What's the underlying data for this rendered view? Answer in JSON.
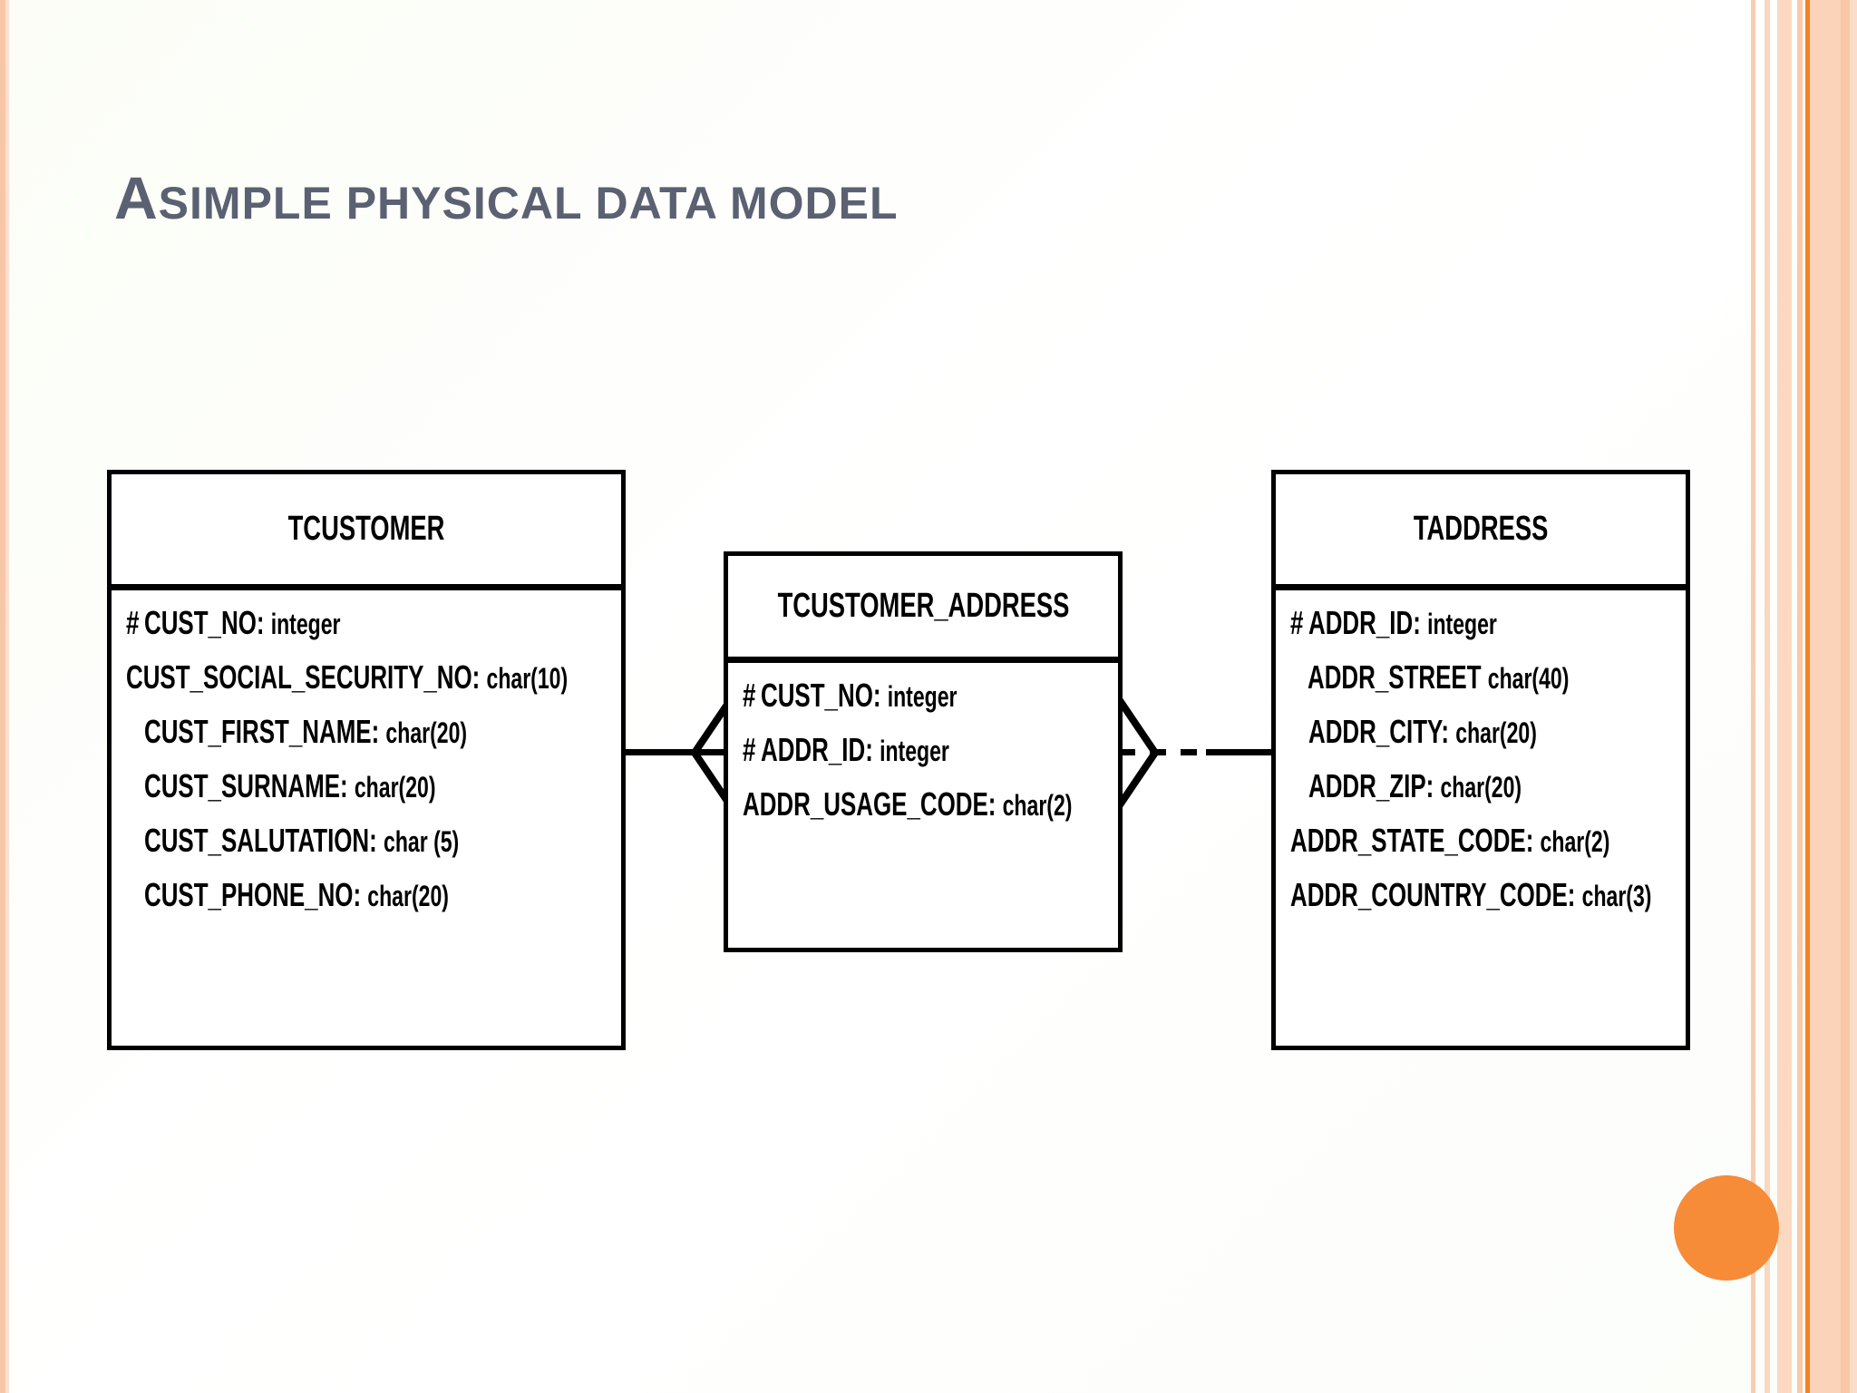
{
  "slide": {
    "title_first_letter": "A",
    "title_rest": "SIMPLE PHYSICAL DATA MODEL",
    "title_full": "A SIMPLE PHYSICAL DATA MODEL",
    "title_color": "#5B6172",
    "background_color": "#FDFEFA",
    "accent_color": "#F68B38",
    "border_stripe_color": "#F58220"
  },
  "diagram": {
    "type": "entity-relationship",
    "notation": "crows-foot",
    "entities": [
      {
        "id": "tcustomer",
        "name": "TCUSTOMER",
        "attributes": [
          {
            "pk": "#",
            "name": "CUST_NO:",
            "type": "integer"
          },
          {
            "pk": "",
            "name": "CUST_SOCIAL_SECURITY_NO:",
            "type": "char(10)"
          },
          {
            "pk": "",
            "name": "CUST_FIRST_NAME:",
            "type": "char(20)"
          },
          {
            "pk": "",
            "name": "CUST_SURNAME:",
            "type": "char(20)"
          },
          {
            "pk": "",
            "name": "CUST_SALUTATION:",
            "type": "char (5)"
          },
          {
            "pk": "",
            "name": "CUST_PHONE_NO:",
            "type": "char(20)"
          }
        ]
      },
      {
        "id": "tcustomer_address",
        "name": "TCUSTOMER_ADDRESS",
        "attributes": [
          {
            "pk": "#",
            "name": "CUST_NO:",
            "type": "integer"
          },
          {
            "pk": "#",
            "name": "ADDR_ID:",
            "type": "integer"
          },
          {
            "pk": "",
            "name": "ADDR_USAGE_CODE:",
            "type": "char(2)"
          }
        ]
      },
      {
        "id": "taddress",
        "name": "TADDRESS",
        "attributes": [
          {
            "pk": "#",
            "name": "ADDR_ID:",
            "type": "integer"
          },
          {
            "pk": "",
            "name": "ADDR_STREET",
            "type": "char(40)"
          },
          {
            "pk": "",
            "name": "ADDR_CITY:",
            "type": "char(20)"
          },
          {
            "pk": "",
            "name": "ADDR_ZIP:",
            "type": "char(20)"
          },
          {
            "pk": "",
            "name": "ADDR_STATE_CODE:",
            "type": "char(2)"
          },
          {
            "pk": "",
            "name": "ADDR_COUNTRY_CODE:",
            "type": "char(3)"
          }
        ]
      }
    ],
    "relationships": [
      {
        "id": "cust-to-custaddr",
        "from": "tcustomer",
        "to": "tcustomer_address",
        "line_style": "solid",
        "to_cardinality": "many"
      },
      {
        "id": "custaddr-to-addr",
        "from": "tcustomer_address",
        "to": "taddress",
        "line_style": "dashed",
        "from_cardinality": "many"
      }
    ]
  }
}
